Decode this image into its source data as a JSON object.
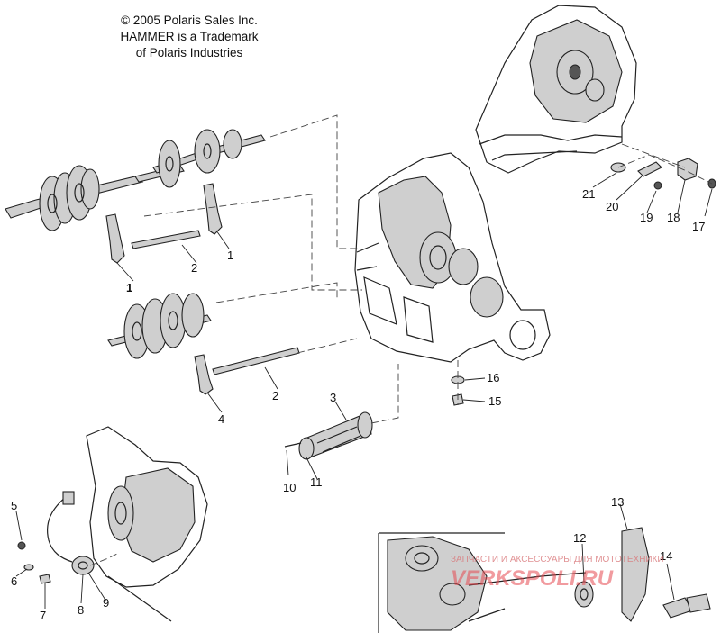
{
  "copyright": {
    "line1": "© 2005 Polaris Sales Inc.",
    "line2": "HAMMER is a Trademark",
    "line3": "of Polaris Industries"
  },
  "callouts": [
    "1",
    "1",
    "2",
    "1",
    "2",
    "3",
    "4",
    "5",
    "6",
    "7",
    "8",
    "9",
    "10",
    "11",
    "12",
    "13",
    "14",
    "15",
    "16",
    "17",
    "18",
    "19",
    "20",
    "21"
  ],
  "watermark": {
    "text": "ЗАПЧАСТИ И АКСЕССУАРЫ ДЛЯ МОТОТЕХНИКИ",
    "logo": "VERKSPOLI.RU"
  }
}
